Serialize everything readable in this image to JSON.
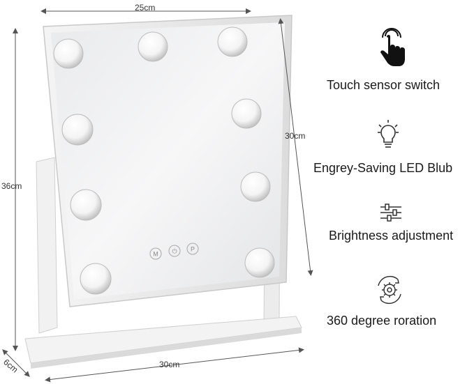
{
  "dimensions": {
    "top_width": "25cm",
    "mirror_height": "30cm",
    "total_height": "36cm",
    "base_depth": "6cm",
    "base_width": "30cm"
  },
  "mirror_buttons": [
    "M",
    "⏻",
    "P"
  ],
  "features": [
    {
      "icon": "touch-hand-icon",
      "label": "Touch sensor switch"
    },
    {
      "icon": "led-bulb-icon",
      "label": "Engrey-Saving LED Blub"
    },
    {
      "icon": "slider-adjust-icon",
      "label": "Brightness adjustment"
    },
    {
      "icon": "rotation-gear-icon",
      "label": "360 degree roration"
    }
  ],
  "colors": {
    "frame": "#f2f2f2",
    "bulb": "#ffffff",
    "accent": "#222222"
  }
}
